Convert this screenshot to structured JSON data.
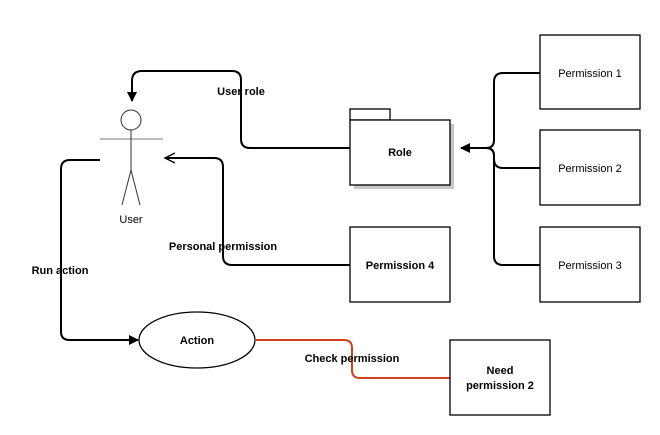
{
  "diagram": {
    "actor_label": "User",
    "role_label": "Role",
    "permissions": {
      "p1": "Permission 1",
      "p2": "Permission 2",
      "p3": "Permission 3",
      "p4": "Permission 4"
    },
    "action_label": "Action",
    "need_permission_line1": "Need",
    "need_permission_line2": "permission 2",
    "edge_labels": {
      "user_role": "User role",
      "personal_permission": "Personal permission",
      "run_action": "Run action",
      "check_permission": "Check permission"
    },
    "colors": {
      "stroke": "#000000",
      "check_edge": "#d4411e",
      "shadow": "#c8c8c8",
      "actor_stroke": "#333333"
    }
  }
}
